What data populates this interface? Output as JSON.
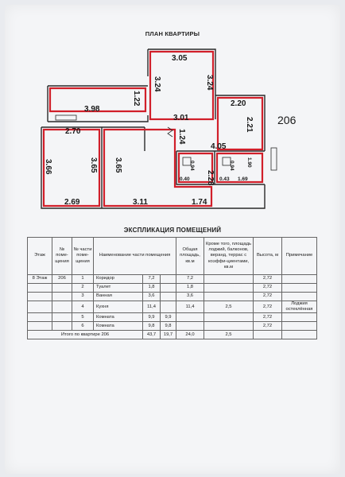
{
  "plan": {
    "title": "ПЛАН КВАРТИРЫ",
    "apartment_number": "206",
    "dimensions": [
      "3.05",
      "3.24",
      "3.24",
      "1.22",
      "3.98",
      "3.01",
      "2.20",
      "2.21",
      "2.70",
      "1.24",
      "4.05",
      "3.66",
      "3.65",
      "3.65",
      "0.94",
      "2.28",
      "0.94",
      "1.90",
      "0.40",
      "0.43",
      "1.69",
      "2.69",
      "3.11",
      "1.74"
    ]
  },
  "explication": {
    "title": "ЭКСПЛИКАЦИЯ ПОМЕЩЕНИЙ",
    "headers": {
      "floor": "Этаж",
      "room_no": "№ поме-щения",
      "part_no": "№ части поме-щения",
      "name": "Наименование части помещения",
      "total_area": "Общая площадь, кв.м",
      "extra_area": "Кроме того, площадь лоджий, балконов, веранд, террас с коэффи-циентами, кв.м",
      "height": "Высота, м",
      "note": "Примечание"
    },
    "floor": "8 Этаж",
    "room_no": "206",
    "rows": [
      {
        "part": "1",
        "name": "Коридор",
        "area": "7,2",
        "sub": "",
        "total": "7,2",
        "extra": "",
        "height": "2,72",
        "note": ""
      },
      {
        "part": "2",
        "name": "Туалет",
        "area": "1,8",
        "sub": "",
        "total": "1,8",
        "extra": "",
        "height": "2,72",
        "note": ""
      },
      {
        "part": "3",
        "name": "Ванная",
        "area": "3,6",
        "sub": "",
        "total": "3,6",
        "extra": "",
        "height": "2,72",
        "note": ""
      },
      {
        "part": "4",
        "name": "Кухня",
        "area": "11,4",
        "sub": "",
        "total": "11,4",
        "extra": "2,5",
        "height": "2,72",
        "note": "Лоджия остеклённая"
      },
      {
        "part": "5",
        "name": "Комната",
        "area": "9,9",
        "sub": "9,9",
        "total": "",
        "extra": "",
        "height": "2,72",
        "note": ""
      },
      {
        "part": "6",
        "name": "Комната",
        "area": "9,8",
        "sub": "9,8",
        "total": "",
        "extra": "",
        "height": "2,72",
        "note": ""
      }
    ],
    "total": {
      "label": "Итого по квартире 206",
      "area": "43,7",
      "sub": "19,7",
      "total": "24,0",
      "extra": "2,5"
    }
  }
}
